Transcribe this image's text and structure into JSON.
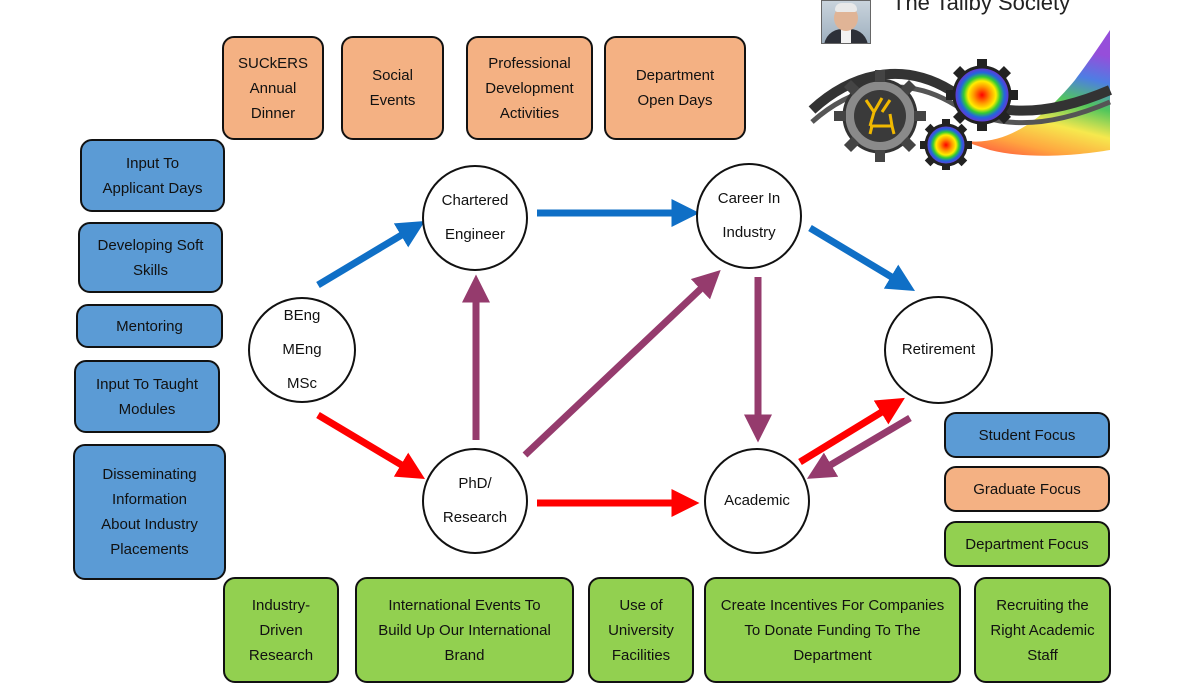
{
  "header": {
    "society_name": "The Tallby Society"
  },
  "orange_boxes": [
    {
      "label": "SUCkERS\nAnnual\nDinner"
    },
    {
      "label": "Social\nEvents"
    },
    {
      "label": "Professional\nDevelopment\nActivities"
    },
    {
      "label": "Department\nOpen Days"
    }
  ],
  "blue_boxes": [
    {
      "label": "Input To\nApplicant Days"
    },
    {
      "label": "Developing Soft\nSkills"
    },
    {
      "label": "Mentoring"
    },
    {
      "label": "Input To Taught\nModules"
    },
    {
      "label": "Disseminating\nInformation\nAbout Industry\nPlacements"
    }
  ],
  "green_boxes": [
    {
      "label": "Industry-\nDriven\nResearch"
    },
    {
      "label": "International Events To\nBuild Up Our International\nBrand"
    },
    {
      "label": "Use of\nUniversity\nFacilities"
    },
    {
      "label": "Create Incentives For Companies\nTo Donate Funding To The\nDepartment"
    },
    {
      "label": "Recruiting the\nRight Academic\nStaff"
    }
  ],
  "nodes": {
    "degree": "BEng\nMEng\nMSc",
    "chartered": "Chartered\nEngineer",
    "career": "Career In\nIndustry",
    "retirement": "Retirement",
    "phd": "PhD/\nResearch",
    "academic": "Academic"
  },
  "legend": {
    "student": "Student Focus",
    "graduate": "Graduate Focus",
    "department": "Department Focus"
  },
  "colors": {
    "student_blue": "#5b9bd5",
    "graduate_orange": "#f4b183",
    "department_green": "#92d050",
    "arrow_blue": "#0f6fc6",
    "arrow_red": "#ff0000",
    "arrow_purple": "#953b6d"
  },
  "logo": {
    "icon": "stag-emblem-gear-icon"
  }
}
